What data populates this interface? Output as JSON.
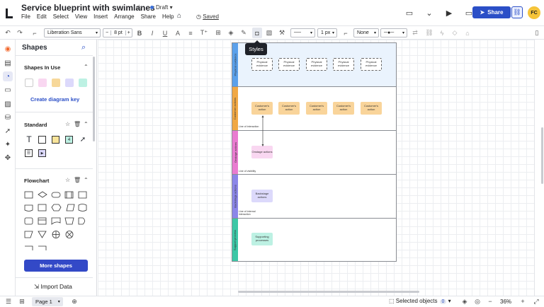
{
  "header": {
    "title": "Service blueprint with swimlanes",
    "status": "Draft",
    "menu": [
      "File",
      "Edit",
      "Select",
      "View",
      "Insert",
      "Arrange",
      "Share",
      "Help"
    ],
    "saved": "Saved",
    "share_label": "Share",
    "avatar_initials": "FC"
  },
  "toolbar": {
    "font": "Liberation Sans",
    "font_size": "8 pt",
    "line_width": "1 px",
    "arrow_start": "None",
    "tooltip": "Styles"
  },
  "panel": {
    "title": "Shapes",
    "in_use_title": "Shapes In Use",
    "diagram_key": "Create diagram key",
    "standard_title": "Standard",
    "flowchart_title": "Flowchart",
    "more_shapes": "More shapes",
    "import_data": "Import Data",
    "swatch_colors": [
      "#ffffff",
      "#f9d7f1",
      "#f7d89a",
      "#dcd9fb",
      "#bdf1e3"
    ]
  },
  "diagram": {
    "lanes": [
      {
        "label": "Physical evidence",
        "color": "#5aa0ea",
        "bg": "#eaf3fd"
      },
      {
        "label": "Customer actions",
        "color": "#f0a845",
        "bg": "#ffffff"
      },
      {
        "label": "Onstage actions",
        "color": "#e97bd0",
        "bg": "#ffffff"
      },
      {
        "label": "Backstage actions",
        "color": "#8b86e8",
        "bg": "#ffffff"
      },
      {
        "label": "Support process",
        "color": "#3cc7a6",
        "bg": "#ffffff"
      }
    ],
    "evidence_boxes": [
      "Physical evidence",
      "Physical evidence",
      "Physical evidence",
      "Physical evidence",
      "Physical evidence"
    ],
    "customer_boxes": [
      "Customer's action",
      "Customer's action",
      "Customer's action",
      "Customer's action",
      "Customer's action"
    ],
    "onstage_box": "Onstage actions",
    "backstage_box": "Backstage actions",
    "support_box": "Supporting processes",
    "line_interaction": "Line of interaction",
    "line_visibility": "Line of visibility",
    "line_internal": "Line of internal interaction"
  },
  "footer": {
    "page": "Page 1",
    "selected_objects": "Selected objects",
    "selected_count": "0",
    "zoom": "36%"
  }
}
